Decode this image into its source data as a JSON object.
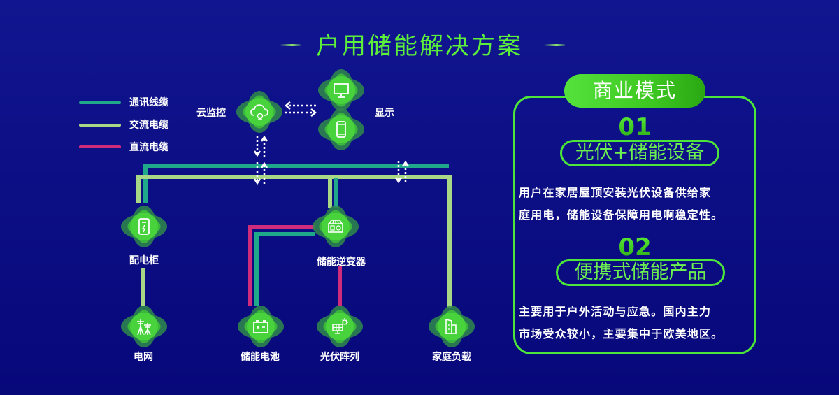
{
  "title": "户用储能解决方案",
  "legend": [
    {
      "label": "通讯线缆",
      "color": "#1fa88a"
    },
    {
      "label": "交流电缆",
      "color": "#a8d886"
    },
    {
      "label": "直流电缆",
      "color": "#d02c7c"
    }
  ],
  "nodes": {
    "cloud": {
      "label": "云监控",
      "icon": "cloud-camera-icon"
    },
    "display": {
      "label": "显示",
      "icons": [
        "monitor-icon",
        "smartphone-icon"
      ]
    },
    "cabinet": {
      "label": "配电柜",
      "icon": "power-cabinet-icon"
    },
    "inverter": {
      "label": "储能逆变器",
      "icon": "inverter-icon"
    },
    "grid": {
      "label": "电网",
      "icon": "power-tower-icon"
    },
    "battery": {
      "label": "储能电池",
      "icon": "battery-icon"
    },
    "pv": {
      "label": "光伏阵列",
      "icon": "solar-panel-icon"
    },
    "load": {
      "label": "家庭负载",
      "icon": "building-icon"
    }
  },
  "colors": {
    "accent": "#4ce63a",
    "node_green": "#3cc83a",
    "background": "#0d0f86",
    "comm_cable": "#1fa88a",
    "ac_cable": "#a8d886",
    "dc_cable": "#d02c7c"
  },
  "panel": {
    "header": "商业模式",
    "items": [
      {
        "number": "01",
        "title": "光伏+储能设备",
        "lines": [
          "用户在家居屋顶安装光伏设备供给家",
          "庭用电，储能设备保障用电啊稳定性。"
        ]
      },
      {
        "number": "02",
        "title": "便携式储能产品",
        "lines": [
          "主要用于户外活动与应急。国内主力",
          "市场受众较小，主要集中于欧美地区。"
        ]
      }
    ]
  }
}
